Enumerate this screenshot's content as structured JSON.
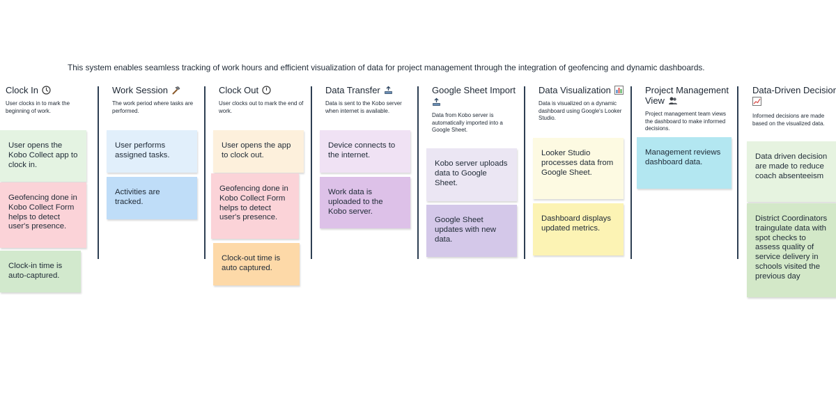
{
  "intro": "This system enables seamless tracking of work hours and efficient visualization of data for project management through the integration of geofencing and dynamic dashboards.",
  "columns": [
    {
      "title": "Clock In",
      "icon": "clock-icon",
      "desc": "User clocks in to mark the beginning of work."
    },
    {
      "title": "Work Session",
      "icon": "hammer-icon",
      "desc": "The work period where tasks are performed."
    },
    {
      "title": "Clock Out",
      "icon": "clock-icon",
      "desc": "User clocks out to mark the end of work."
    },
    {
      "title": "Data Transfer",
      "icon": "upload-tray-icon",
      "desc": "Data is sent to the Kobo server when internet is available."
    },
    {
      "title": "Google Sheet Import",
      "icon": "upload-tray-icon",
      "desc": "Data from Kobo server is automatically imported into a Google Sheet."
    },
    {
      "title": "Data Visualization",
      "icon": "bar-chart-icon",
      "desc": "Data is visualized on a dynamic dashboard using Google's Looker Studio."
    },
    {
      "title": "Project Management View",
      "icon": "people-icon",
      "desc": "Project management team views the dashboard to make informed decisions."
    },
    {
      "title": "Data-Driven Decisions",
      "icon": "trend-chart-icon",
      "desc": "Informed decisions are made based on the visualized data."
    }
  ],
  "notes": [
    {
      "text": "User opens the Kobo Collect app to clock in.",
      "color": "#e4f3e2"
    },
    {
      "text": "Geofencing done in Kobo Collect Form helps to detect user's presence.",
      "color": "#fbd3d8"
    },
    {
      "text": "Clock-in time is auto-captured.",
      "color": "#d2e9cd"
    },
    {
      "text": "User performs assigned tasks.",
      "color": "#e1effb"
    },
    {
      "text": "Activities are tracked.",
      "color": "#bfddf8"
    },
    {
      "text": "User opens the app to clock out.",
      "color": "#fdf0dc"
    },
    {
      "text": "Geofencing done in Kobo Collect Form helps to detect user's presence.",
      "color": "#fbd3d8"
    },
    {
      "text": "Clock-out time is auto captured.",
      "color": "#fdd9a8"
    },
    {
      "text": "Device connects to the internet.",
      "color": "#f0e2f4"
    },
    {
      "text": "Work data is uploaded to the Kobo server.",
      "color": "#ddc1e8"
    },
    {
      "text": "Kobo server uploads data to Google Sheet.",
      "color": "#ebe6f3"
    },
    {
      "text": "Google Sheet updates with new data.",
      "color": "#d4c8e9"
    },
    {
      "text": "Looker Studio processes data from Google Sheet.",
      "color": "#fdfae2"
    },
    {
      "text": "Dashboard displays updated metrics.",
      "color": "#fcf3b4"
    },
    {
      "text": "Management reviews dashboard data.",
      "color": "#b3e7f1"
    },
    {
      "text": "Data driven decision are made to reduce coach absenteeism",
      "color": "#e6f3e0"
    },
    {
      "text": "District Coordinators traingulate data with spot checks to assess quality of service delivery in schools visited the previous day",
      "color": "#d3e8c8"
    }
  ]
}
